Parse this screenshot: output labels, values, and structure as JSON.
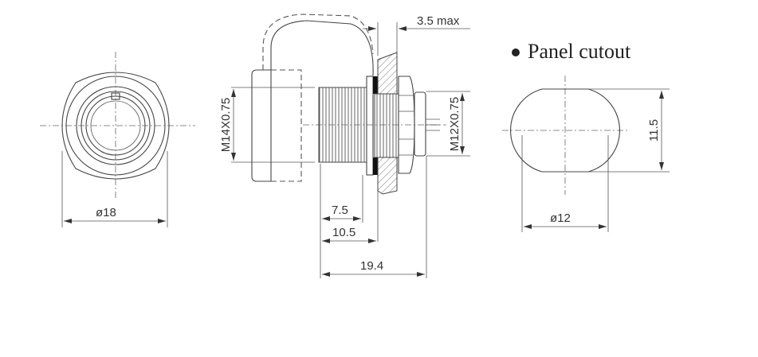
{
  "title": "Panel cutout",
  "labels": {
    "front_diameter": "ø18",
    "thread_main": "M14X0.75",
    "thread_rear": "M12X0.75",
    "panel_thickness": "3.5 max",
    "dim_7_5": "7.5",
    "dim_10_5": "10.5",
    "dim_19_4": "19.4",
    "cutout_diameter": "ø12",
    "cutout_flat": "11.5"
  }
}
